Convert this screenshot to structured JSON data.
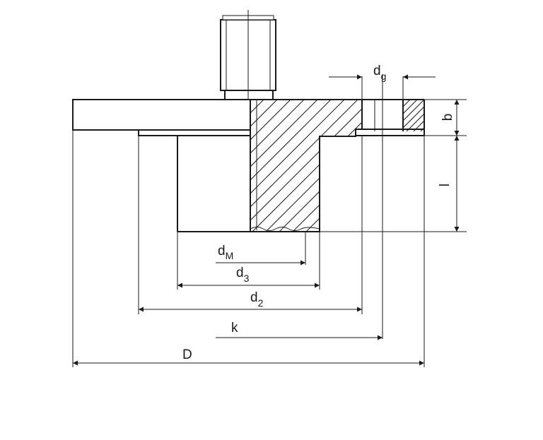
{
  "diagram": {
    "labels": {
      "d_g": {
        "main": "d",
        "sub": "g"
      },
      "b": "b",
      "l": "l",
      "d_M": {
        "main": "d",
        "sub": "M"
      },
      "d_3": {
        "main": "d",
        "sub": "3"
      },
      "d_2": {
        "main": "d",
        "sub": "2"
      },
      "k": "k",
      "D": "D"
    },
    "colors": {
      "ink": "#1a1a1a",
      "background": "#ffffff"
    }
  }
}
